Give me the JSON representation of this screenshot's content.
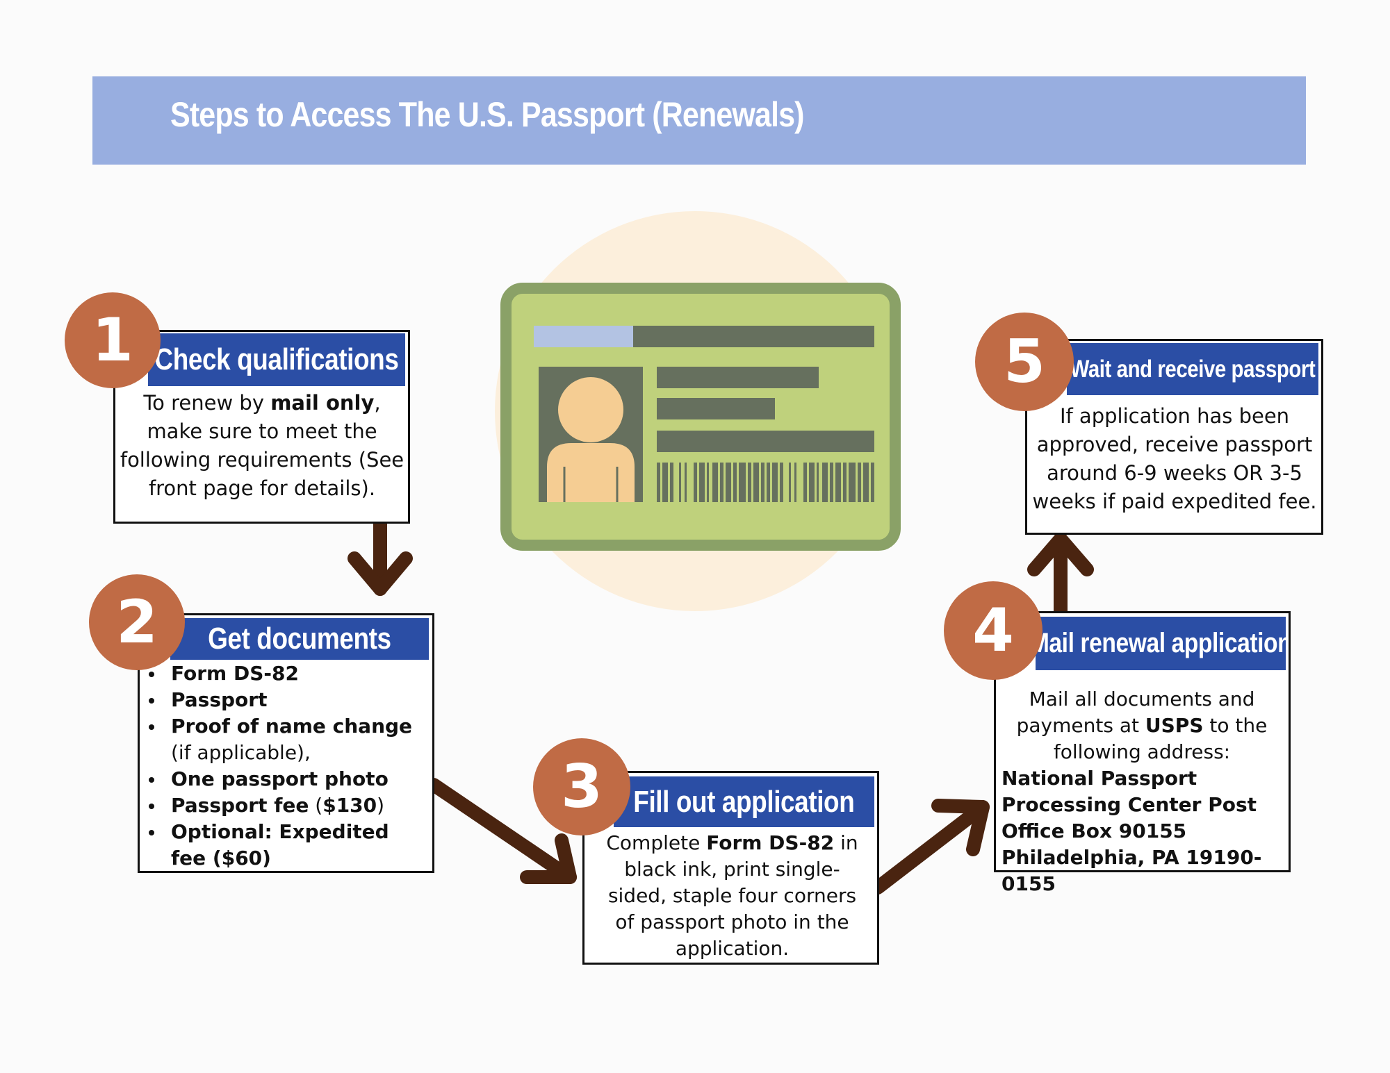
{
  "title": "Steps to Access The U.S. Passport (Renewals)",
  "colors": {
    "banner": "#98aee0",
    "header": "#2b4ea5",
    "badge": "#c06b45",
    "arrow": "#4a2410",
    "card": "#bfd17c",
    "card_border": "#8aa167",
    "glow": "#fcefdc"
  },
  "steps": [
    {
      "number": "1",
      "title": "Check qualifications",
      "body": [
        {
          "text": "To renew by "
        },
        {
          "text": "mail only",
          "bold": true
        },
        {
          "text": ", make sure to meet the following requirements (See front page for details)."
        }
      ]
    },
    {
      "number": "2",
      "title": "Get documents",
      "items": [
        [
          {
            "text": "Form DS-82",
            "bold": true
          }
        ],
        [
          {
            "text": "Passport",
            "bold": true
          }
        ],
        [
          {
            "text": "Proof of name change",
            "bold": true
          },
          {
            "text": " (if applicable),"
          }
        ],
        [
          {
            "text": "One passport photo",
            "bold": true
          }
        ],
        [
          {
            "text": " Passport fee",
            "bold": true
          },
          {
            "text": " ("
          },
          {
            "text": "$130",
            "bold": true
          },
          {
            "text": ")"
          }
        ],
        [
          {
            "text": "Optional: Expedited fee ($60)",
            "bold": true
          }
        ]
      ]
    },
    {
      "number": "3",
      "title": "Fill out application",
      "body": [
        {
          "text": "Complete "
        },
        {
          "text": "Form DS-82",
          "bold": true
        },
        {
          "text": " in black ink, print single-sided, staple four corners of passport photo in the application."
        }
      ]
    },
    {
      "number": "4",
      "title": "Mail renewal application",
      "body": [
        {
          "text": "Mail all documents and payments at "
        },
        {
          "text": "USPS",
          "bold": true
        },
        {
          "text": " to the following address:"
        }
      ],
      "address": "National Passport Processing Center  Post Office Box 90155 Philadelphia, PA 19190-0155"
    },
    {
      "number": "5",
      "title": "Wait and receive passport",
      "body": [
        {
          "text": "If application has been approved, receive passport around 6-9 weeks OR 3-5 weeks if paid expedited fee."
        }
      ]
    }
  ],
  "illustration": "passport-card-icon"
}
